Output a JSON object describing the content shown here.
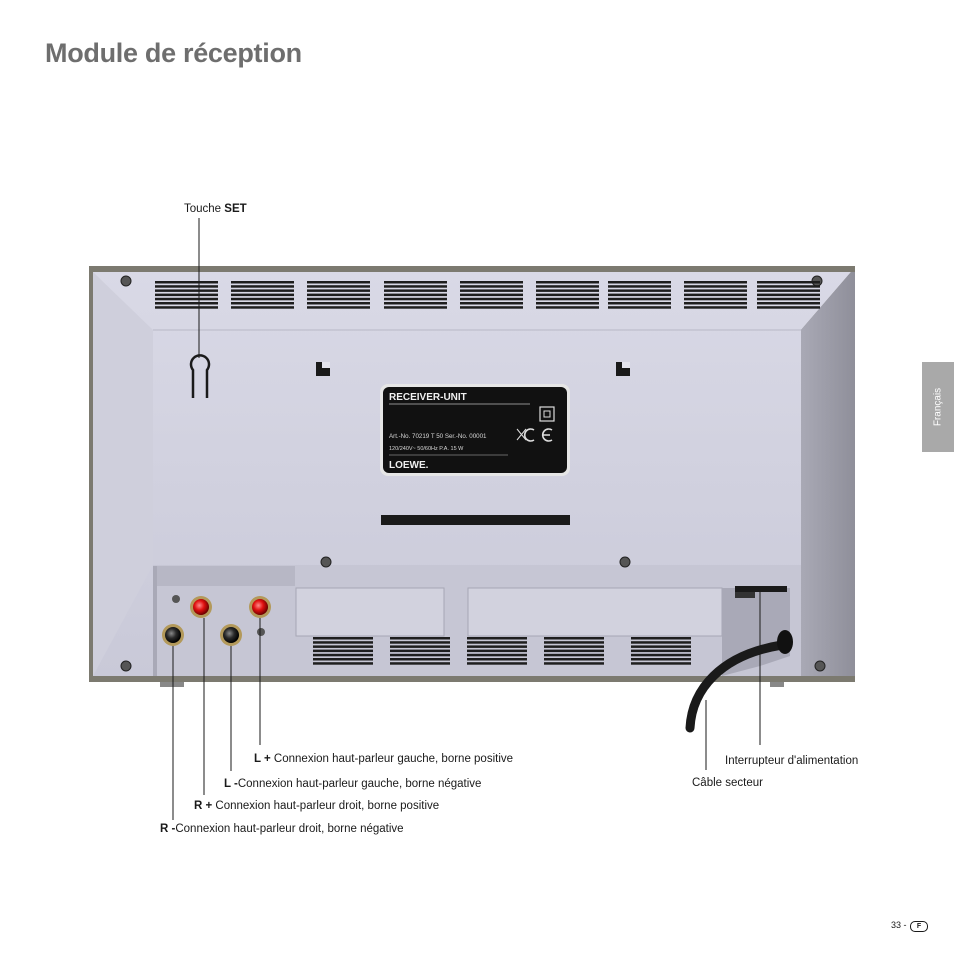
{
  "page": {
    "title": "Module de réception",
    "side_tab": "Français",
    "page_number": "33 -",
    "page_badge": "F"
  },
  "device_label": {
    "heading": "RECEIVER-UNIT",
    "art_line": "Art.-No. 70219 T 50   Ser.-No. 00001",
    "power_line": "120/240V~  50/60Hz  P.A. 15 W",
    "brand": "LOEWE."
  },
  "callouts": {
    "set_prefix": "Touche ",
    "set_key": "SET",
    "l_plus_key": "L +",
    "l_plus_text": " Connexion haut-parleur gauche, borne positive",
    "l_minus_key": "L -",
    "l_minus_text": "Connexion haut-parleur gauche, borne négative",
    "r_plus_key": "R +",
    "r_plus_text": " Connexion haut-parleur droit, borne positive",
    "r_minus_key": "R -",
    "r_minus_text": "Connexion haut-parleur droit, borne négative",
    "power_switch": "Interrupteur d'alimentation",
    "mains_cable": "Câble secteur"
  }
}
